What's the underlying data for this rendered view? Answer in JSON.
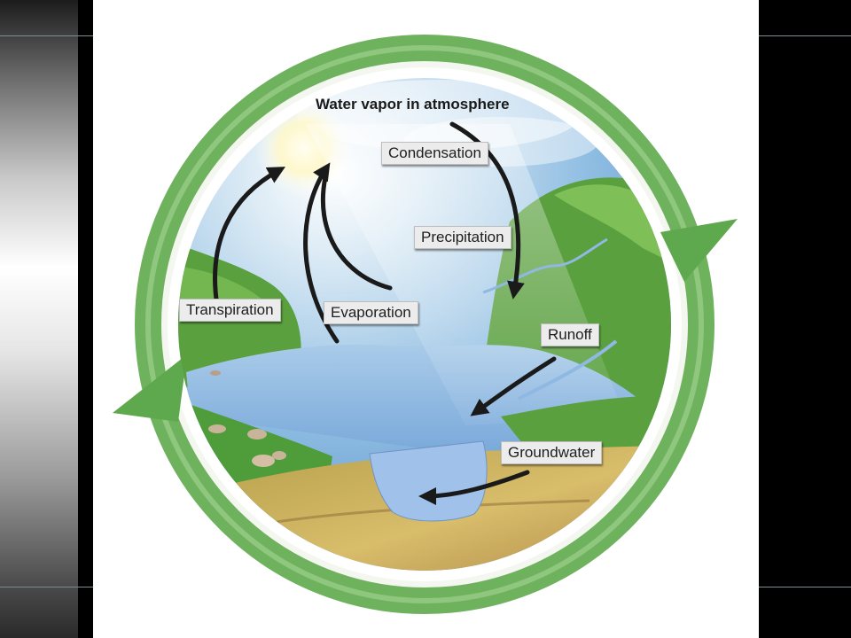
{
  "diagram": {
    "title": "Water vapor in atmosphere",
    "labels": {
      "condensation": "Condensation",
      "precipitation": "Precipitation",
      "transpiration": "Transpiration",
      "evaporation": "Evaporation",
      "runoff": "Runoff",
      "groundwater": "Groundwater"
    }
  },
  "colors": {
    "cycle_ring": "#6fb25e",
    "sky": "#9fc7e6",
    "water": "#8fb9e3",
    "land": "#4f9c3a",
    "soil": "#c9a55d",
    "background": "#000000"
  }
}
